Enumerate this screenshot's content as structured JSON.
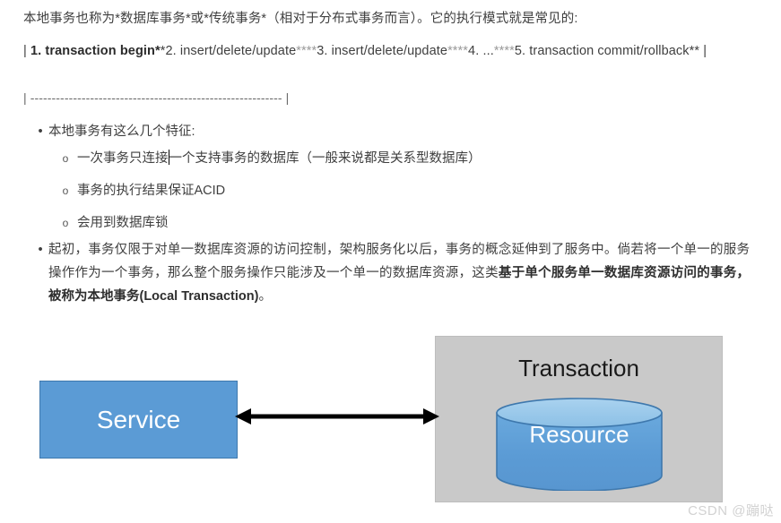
{
  "document": {
    "intro_paragraph": "本地事务也称为*数据库事务*或*传统事务*（相对于分布式事务而言）。它的执行模式就是常见的:",
    "code_block": {
      "pipe_open": "|",
      "step1": "1. transaction begin*",
      "step1_tail": "*2. insert/delete/update",
      "sep1": "****",
      "step3": "3. insert/delete/update",
      "sep2": "****",
      "step4": "4. ...",
      "sep3": "****",
      "step5": "5. transaction commit/rollback** |",
      "rule_line": "| ----------------------------------------------------------- |"
    },
    "bullets": [
      {
        "marker": "•",
        "text": "本地事务有这么几个特征:",
        "children": [
          {
            "marker": "o",
            "text_before_caret": "一次事务只连接",
            "text_after_caret": "一个支持事务的数据库（一般来说都是关系型数据库）"
          },
          {
            "marker": "o",
            "text": "事务的执行结果保证ACID"
          },
          {
            "marker": "o",
            "text": "会用到数据库锁"
          }
        ]
      }
    ],
    "long_bullet": {
      "marker": "•",
      "normal_part": "起初，事务仅限于对单一数据库资源的访问控制，架构服务化以后，事务的概念延伸到了服务中。倘若将一个单一的服务操作作为一个事务，那么整个服务操作只能涉及一个单一的数据库资源，这类",
      "bold_part": "基于单个服务单一数据库资源访问的事务，被称为本地事务(Local Transaction)",
      "tail_part": "。"
    }
  },
  "diagram": {
    "service_label": "Service",
    "transaction_label": "Transaction",
    "resource_label": "Resource",
    "connector": "double-headed-arrow",
    "colors": {
      "box_fill": "#5b9bd5",
      "box_border": "#3e78ad",
      "panel_fill": "#c9c9c9",
      "cylinder_body": "#5b9bd5",
      "cylinder_top": "#9dc8ea",
      "arrow": "#000000",
      "label_text": "#ffffff"
    }
  },
  "watermark": {
    "text": "CSDN @蹦哒"
  }
}
